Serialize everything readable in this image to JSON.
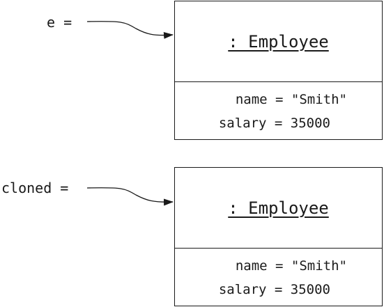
{
  "objects": [
    {
      "variable": "e =",
      "class_label": ": Employee",
      "fields": [
        {
          "text": "name = \"Smith\""
        },
        {
          "text": "salary = 35000"
        }
      ]
    },
    {
      "variable": "cloned =",
      "class_label": ": Employee",
      "fields": [
        {
          "text": "name = \"Smith\""
        },
        {
          "text": "salary = 35000"
        }
      ]
    }
  ]
}
